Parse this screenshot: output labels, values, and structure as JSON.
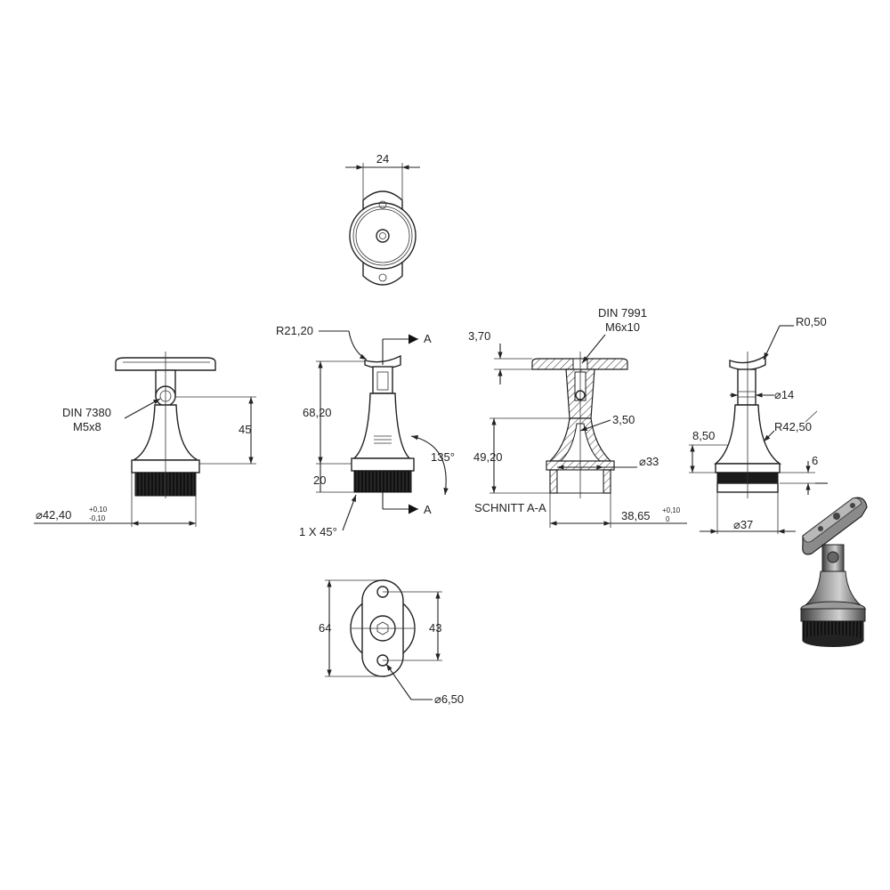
{
  "labels": {
    "top_width": "24",
    "left_din": "DIN 7380",
    "left_screw": "M5x8",
    "left_height": "45",
    "left_diameter": "⌀42,40",
    "left_tol_upper": "+0,10",
    "left_tol_lower": "-0,10",
    "front_radius": "R21,20",
    "front_height": "68,20",
    "front_base_height": "20",
    "front_angle": "135°",
    "front_chamfer": "1 X 45°",
    "section_marker_top": "A",
    "section_marker_bottom": "A",
    "section_din": "DIN 7991",
    "section_screw": "M6x10",
    "section_plate": "3,70",
    "section_wall": "3,50",
    "section_height": "49,20",
    "section_inner_diameter": "⌀33",
    "section_title": "SCHNITT A-A",
    "section_diameter": "38,65",
    "section_tol_upper": "+0,10",
    "section_tol_lower": "0",
    "right_radius_small": "R0,50",
    "right_diameter_14": "⌀14",
    "right_radius_large": "R42,50",
    "right_height": "8,50",
    "right_ring": "6",
    "right_diameter": "⌀37",
    "bottom_length": "64",
    "bottom_hole_spacing": "43",
    "bottom_hole_diameter": "⌀6,50"
  }
}
